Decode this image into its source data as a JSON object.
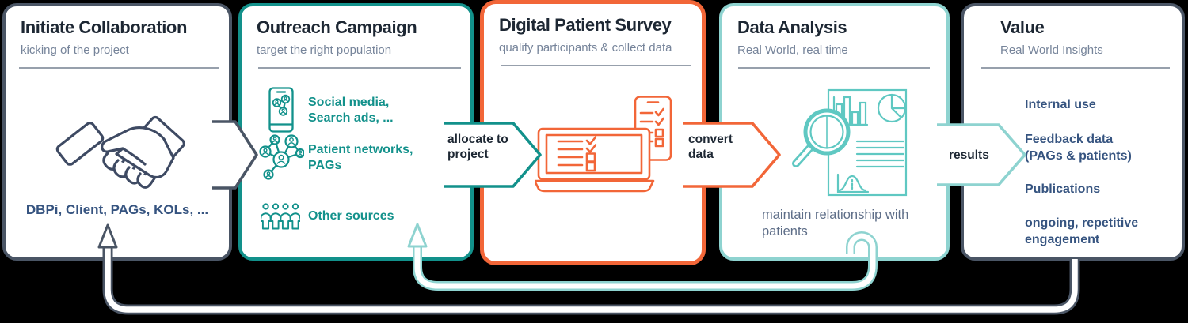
{
  "colors": {
    "slate_border": "#4a5565",
    "teal_border": "#12918b",
    "orange_border": "#f26638",
    "light_teal_border": "#8ed3d0",
    "title_text": "#1d2733",
    "subtitle_text": "#76849a",
    "navy_text": "#365480",
    "note_text": "#5e6e88"
  },
  "connector_labels": {
    "j23": "allocate to project",
    "j34": "convert data",
    "j45": "results"
  },
  "cards": [
    {
      "title": "Initiate Collaboration",
      "subtitle": "kicking of the project",
      "icon": "handshake-icon",
      "footer": "DBPi, Client, PAGs, KOLs, ..."
    },
    {
      "title": "Outreach Campaign",
      "subtitle": "target the right population",
      "items": [
        {
          "icon": "phone-social-network-icon",
          "label": "Social media, Search ads, ..."
        },
        {
          "icon": "patient-network-icon",
          "label": "Patient networks, PAGs"
        },
        {
          "icon": "people-group-icon",
          "label": "Other sources"
        }
      ]
    },
    {
      "title": "Digital Patient Survey",
      "subtitle": "qualify participants & collect data",
      "icon": "laptop-phone-survey-icon"
    },
    {
      "title": "Data Analysis",
      "subtitle": "Real World, real time",
      "icon": "report-magnifier-icon",
      "note": "maintain relationship with patients"
    },
    {
      "title": "Value",
      "subtitle": "Real World Insights",
      "items": [
        {
          "label": "Internal use"
        },
        {
          "label": "Feedback data (PAGs & patients)"
        },
        {
          "label": "Publications"
        },
        {
          "label": "ongoing, repetitive engagement"
        }
      ]
    }
  ]
}
